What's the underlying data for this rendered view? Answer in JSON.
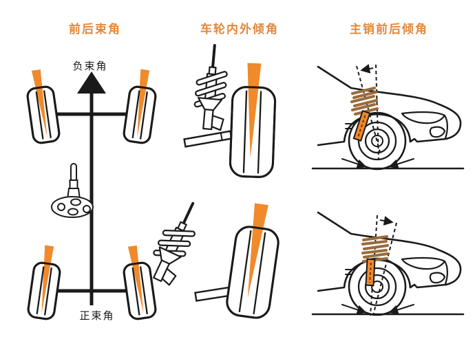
{
  "panels": {
    "toe": {
      "title": "前后束角",
      "top_label": "负束角",
      "bottom_label": "正束角"
    },
    "camber": {
      "title": "车轮内外倾角"
    },
    "caster": {
      "title": "主销前后倾角"
    }
  },
  "icons": {
    "toe_diagram": "axle-top-view-with-wheels",
    "knuckle": "steering-knuckle-icon",
    "camber_diagram": "strut-and-wheel-front-view",
    "caster_diagram": "car-front-side-view-with-kingpin-axis"
  },
  "colors": {
    "accent": "#E1883C",
    "wedge": "#F08A2B",
    "spring": "#9A6B3B",
    "strut-dash": "#7A3C10",
    "ink": "#1A1A1A"
  }
}
